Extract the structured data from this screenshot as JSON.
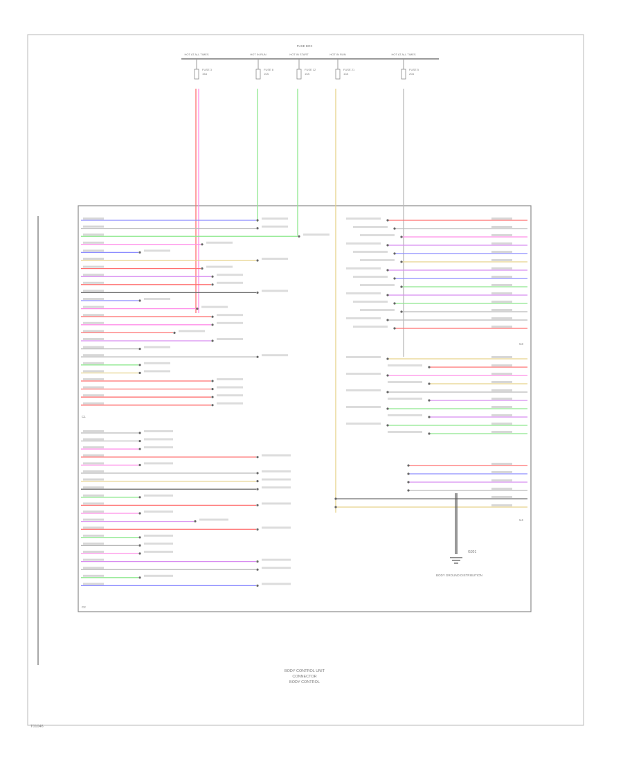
{
  "diagram": {
    "title_lines": [
      "BODY CONTROL UNIT",
      "CONNECTOR",
      "BODY CONTROL"
    ],
    "figure_id": "T01046",
    "fuse_labels": [
      {
        "top": "HOT AT ALL TIMES",
        "fuse": "FUSE 3",
        "amp": "15A"
      },
      {
        "top": "HOT IN RUN",
        "fuse": "FUSE 8",
        "amp": "10A"
      },
      {
        "top": "HOT IN START",
        "fuse": "FUSE 12",
        "amp": "10A"
      },
      {
        "top": "HOT IN RUN",
        "fuse": "FUSE 21",
        "amp": "10A"
      },
      {
        "top": "HOT AT ALL TIMES",
        "fuse": "FUSE 5",
        "amp": "20A"
      }
    ],
    "top_center_label": "FUSE BOX",
    "ground_label": "G301",
    "ground_ref": "BODY GROUND DISTRIBUTION",
    "connector_marks": [
      "C1",
      "C2",
      "C3",
      "C4"
    ]
  },
  "colors": {
    "border": "#b8b8b8",
    "box": "#a8a8a8",
    "text": "#7a7a7a",
    "wire_red": "#ff6f6f",
    "wire_pink": "#ff8ee8",
    "wire_green": "#8ee88e",
    "wire_blue": "#8c8cff",
    "wire_yellow": "#e6d28a",
    "wire_purple": "#d88cf0",
    "wire_gray": "#b9b9b9",
    "wire_dark": "#707070"
  }
}
